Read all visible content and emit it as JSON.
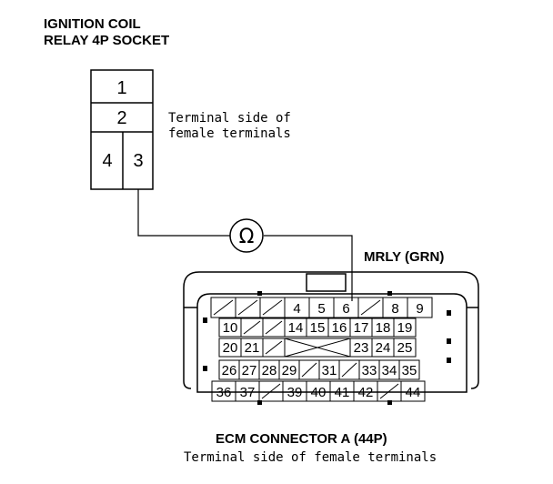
{
  "relay": {
    "title_line1": "IGNITION COIL",
    "title_line2": "RELAY 4P SOCKET",
    "desc_line1": "Terminal side of",
    "desc_line2": "female terminals",
    "pins": [
      "1",
      "2",
      "4",
      "3"
    ]
  },
  "meter": {
    "symbol": "Ω",
    "icon": "ohmmeter-icon"
  },
  "wire_label": "MRLY (GRN)",
  "ecm": {
    "title": "ECM CONNECTOR A (44P)",
    "desc": "Terminal side of female terminals",
    "row1": [
      "",
      "",
      "",
      "4",
      "5",
      "6",
      "",
      "8",
      "9"
    ],
    "row2": [
      "10",
      "",
      "",
      "14",
      "15",
      "16",
      "17",
      "18",
      "19"
    ],
    "row3": [
      "20",
      "21",
      "",
      "",
      "",
      "",
      "23",
      "24",
      "25"
    ],
    "row4": [
      "26",
      "27",
      "28",
      "29",
      "",
      "31",
      "",
      "33",
      "34",
      "35"
    ],
    "row5": [
      "36",
      "37",
      "",
      "39",
      "40",
      "41",
      "42",
      "",
      "44"
    ]
  }
}
